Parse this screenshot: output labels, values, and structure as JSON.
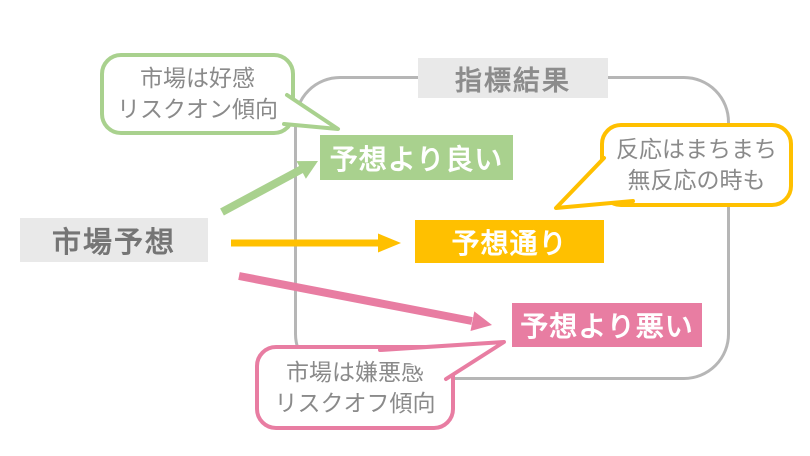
{
  "header": {
    "result_box_label": "指標結果"
  },
  "source": {
    "label": "市場予想"
  },
  "outcomes": [
    {
      "id": "better-than-expected",
      "label": "予想より良い",
      "color": "#a9d18e"
    },
    {
      "id": "as-expected",
      "label": "予想通り",
      "color": "#ffc000"
    },
    {
      "id": "worse-than-expected",
      "label": "予想より悪い",
      "color": "#e87da2"
    }
  ],
  "bubbles": [
    {
      "id": "risk-on",
      "line1": "市場は好感",
      "line2": "リスクオン傾向",
      "color": "#a9d18e"
    },
    {
      "id": "mixed",
      "line1": "反応はまちまち",
      "line2": "無反応の時も",
      "color": "#ffc000"
    },
    {
      "id": "risk-off",
      "line1": "市場は嫌悪感",
      "line2": "リスクオフ傾向",
      "color": "#e87da2"
    }
  ],
  "colors": {
    "green": "#a9d18e",
    "amber": "#ffc000",
    "pink": "#e87da2",
    "gray_box_bg": "#e9e9e9",
    "gray_text": "#757575",
    "container_border": "#b6b6b6",
    "bubble_text": "#8a8a8a",
    "box_text": "#ffffff",
    "white": "#ffffff"
  }
}
